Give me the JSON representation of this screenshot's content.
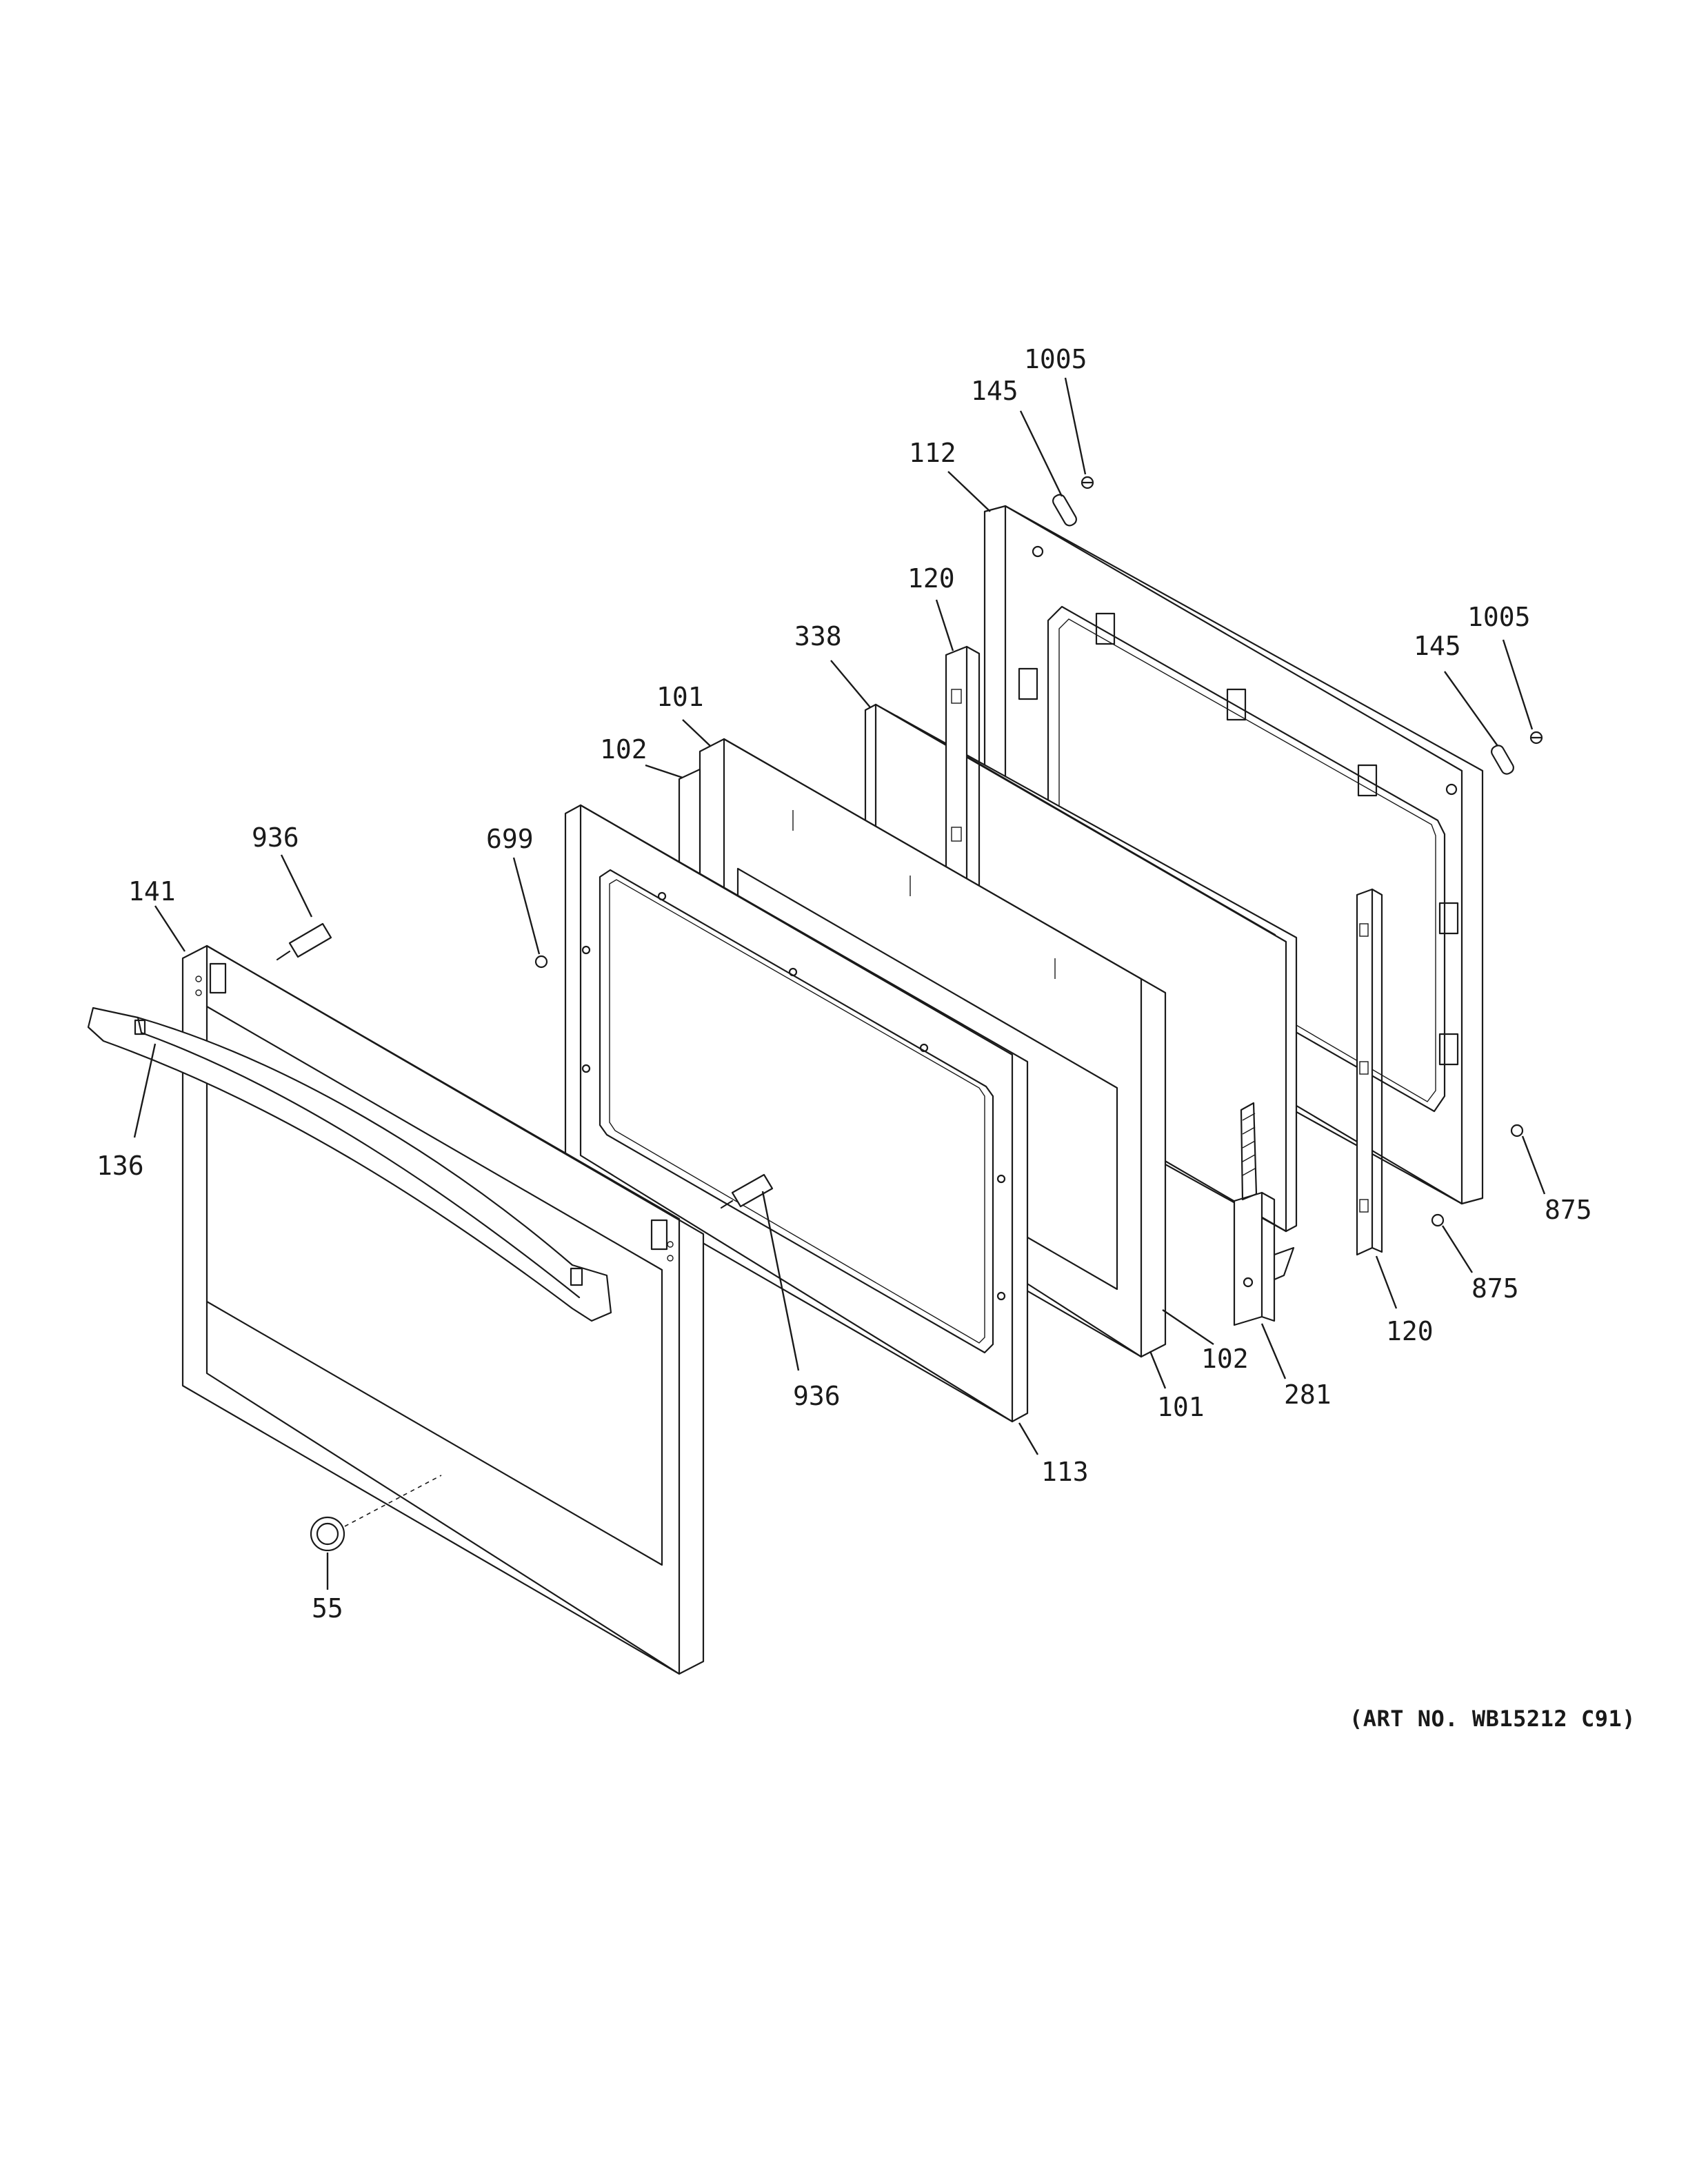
{
  "callouts": [
    {
      "id": "1005-top",
      "label": "1005"
    },
    {
      "id": "145-top",
      "label": "145"
    },
    {
      "id": "112",
      "label": "112"
    },
    {
      "id": "120-top",
      "label": "120"
    },
    {
      "id": "1005-right",
      "label": "1005"
    },
    {
      "id": "145-right",
      "label": "145"
    },
    {
      "id": "338",
      "label": "338"
    },
    {
      "id": "101-top",
      "label": "101"
    },
    {
      "id": "102-top",
      "label": "102"
    },
    {
      "id": "936-top",
      "label": "936"
    },
    {
      "id": "699",
      "label": "699"
    },
    {
      "id": "141",
      "label": "141"
    },
    {
      "id": "136",
      "label": "136"
    },
    {
      "id": "875-a",
      "label": "875"
    },
    {
      "id": "875-b",
      "label": "875"
    },
    {
      "id": "120-bottom",
      "label": "120"
    },
    {
      "id": "102-bottom",
      "label": "102"
    },
    {
      "id": "281",
      "label": "281"
    },
    {
      "id": "101-bottom",
      "label": "101"
    },
    {
      "id": "936-bottom",
      "label": "936"
    },
    {
      "id": "113",
      "label": "113"
    },
    {
      "id": "55",
      "label": "55"
    }
  ],
  "art_number": "(ART NO. WB15212 C91)"
}
